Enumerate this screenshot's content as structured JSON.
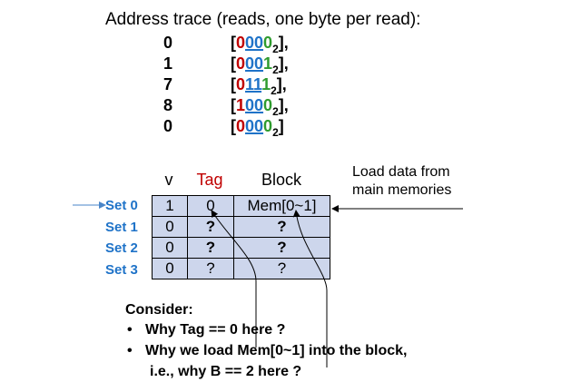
{
  "title": "Address trace (reads, one byte per read):",
  "trace": [
    {
      "addr": "0",
      "tag": "0",
      "set": "00",
      "offset": "0",
      "sub": "2"
    },
    {
      "addr": "1",
      "tag": "0",
      "set": "00",
      "offset": "1",
      "sub": "2"
    },
    {
      "addr": "7",
      "tag": "0",
      "set": "11",
      "offset": "1",
      "sub": "2"
    },
    {
      "addr": "8",
      "tag": "1",
      "set": "00",
      "offset": "0",
      "sub": "2"
    },
    {
      "addr": "0",
      "tag": "0",
      "set": "00",
      "offset": "0",
      "sub": "2"
    }
  ],
  "table": {
    "headers": {
      "v": "v",
      "tag": "Tag",
      "block": "Block"
    },
    "rows": [
      {
        "set": "Set 0",
        "v": "1",
        "tag": "0",
        "block": "Mem[0~1]"
      },
      {
        "set": "Set 1",
        "v": "0",
        "tag": "?",
        "block": "?"
      },
      {
        "set": "Set 2",
        "v": "0",
        "tag": "?",
        "block": "?"
      },
      {
        "set": "Set 3",
        "v": "0",
        "tag": "?",
        "block": "?"
      }
    ]
  },
  "load_note": [
    "Load data from",
    "main memories"
  ],
  "consider": {
    "heading": "Consider:",
    "bullets": [
      "Why Tag == 0 here ?",
      "Why we load Mem[0~1] into the block,"
    ],
    "continuation": "i.e., why B == 2 here ?"
  },
  "colors": {
    "tag": "#c00000",
    "set": "#1f73c8",
    "offset": "#2e9b2e",
    "table_fill": "#cdd6ec",
    "set_label": "#1f73c8"
  }
}
